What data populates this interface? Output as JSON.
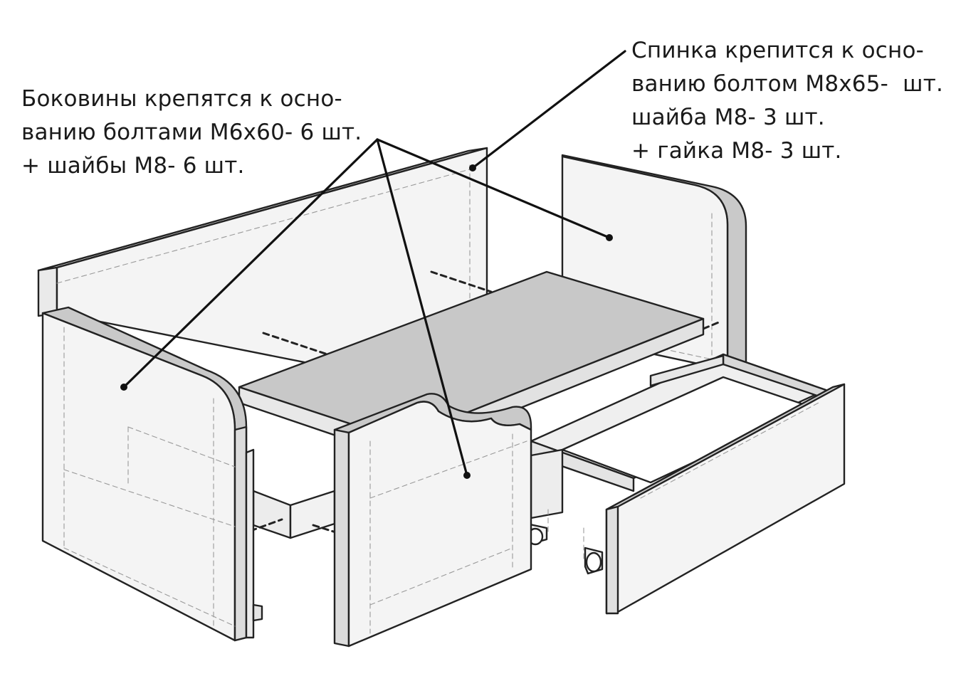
{
  "callouts": {
    "sides": {
      "lines": [
        "Боковины крепятся к осно-",
        "ванию болтами М6х60- 6 шт.",
        "+ шайбы М8- 6 шт."
      ]
    },
    "back": {
      "lines": [
        "Спинка крепится к осно-",
        "ванию болтом М8х65-  шт.",
        "шайба М8- 3 шт.",
        "+ гайка М8- 3 шт."
      ]
    }
  },
  "colors": {
    "panel_face": "#f4f4f4",
    "panel_edge": "#c9c9c9",
    "seat_board": "#c8c8c8",
    "outline": "#222222",
    "hidden_line": "#9a9a9a",
    "leader": "#111111"
  }
}
